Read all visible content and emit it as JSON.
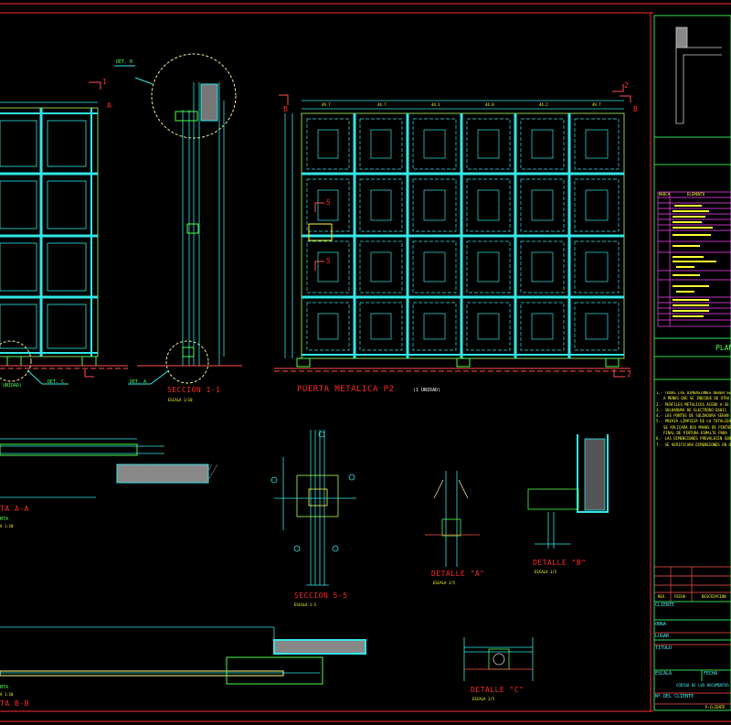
{
  "colors": {
    "background": "#000000",
    "frame": "#ff3030",
    "structure": "#33e6e6",
    "detail": "#4cff4c",
    "text_yellow": "#ffff33",
    "legend_border": "#ff44ff"
  },
  "elevation_left": {
    "det_b": "DET. B",
    "det_c": "DET. C",
    "det_a": "DET. A",
    "qty": "UNIDAD)",
    "cut_1": "1",
    "cut_a": "A"
  },
  "section_1_1": {
    "title": "SECCION 1-1",
    "scale": "ESCALA 1/10"
  },
  "door_p2": {
    "title": "PUERTA  METALICA P2",
    "qty": "(1 UNIDAD)",
    "cut_b": "B",
    "cut_2": "2",
    "cut_5": "5",
    "dims": [
      "49.7",
      "44.7",
      "44.1",
      "44.8",
      "44.2",
      "49.7"
    ]
  },
  "plan_a_a": {
    "title": "TA A-A",
    "subtitle": "NTA",
    "scale": "A 1:10"
  },
  "section_5_5": {
    "title": "SECCION 5-5",
    "scale": "ESCALA 1:5"
  },
  "detail_a": {
    "title": "DETALLE \"A\"",
    "scale": "ESCALA 1/5"
  },
  "detail_b": {
    "title": "DETALLE \"B\"",
    "scale": "ESCALA 1/5"
  },
  "detail_c": {
    "title": "DETALLE \"C\"",
    "scale": "ESCALA 1/5"
  },
  "plan_b_b": {
    "title": "TA B-B",
    "subtitle": "NTA",
    "scale": "A 1:10"
  },
  "title_block": {
    "plan_label": "PLAN",
    "legend_header": [
      "MARCA",
      "ELEMENTO"
    ],
    "notes": [
      "1.- TODAS LAS DIMENSIONES DEBEN SER",
      "A MENOS QUE SE INDIQUE DE OTRA MA",
      "2.- PERFILES METALICOS ACERO A-36",
      "3.- SOLDADURA DE ELECTRODO E6011",
      "4.- LOS PUNTOS DE SOLDADURA SERAN",
      "5.- PREVIA LIMPIEZA DE LA TOTALIDAD DEL",
      "SE APLICARA DOS MANOS DE PINTURA",
      "FINAL DE PINTURA ESMALTE PARA",
      "6.- LAS DIMENSIONES PREVALECEN SOBRE",
      "7.- SE VERIFICARA DIMENSIONES EN OBRA"
    ],
    "rev": "REV.",
    "fecha": "FECHA",
    "descripcion": "DESCRIPCION",
    "cliente": "CLIENTE",
    "obra": "OBRA",
    "lugar": "LUGAR",
    "titulo": "TITULO",
    "escala": "ESCALA",
    "fecha2": "FECHA",
    "codigo": "CODIGO DE LOS DOCUMENTOS",
    "no_cliente": "Nº DEL CLIENTE",
    "code_value": "P-CLIENTE"
  }
}
